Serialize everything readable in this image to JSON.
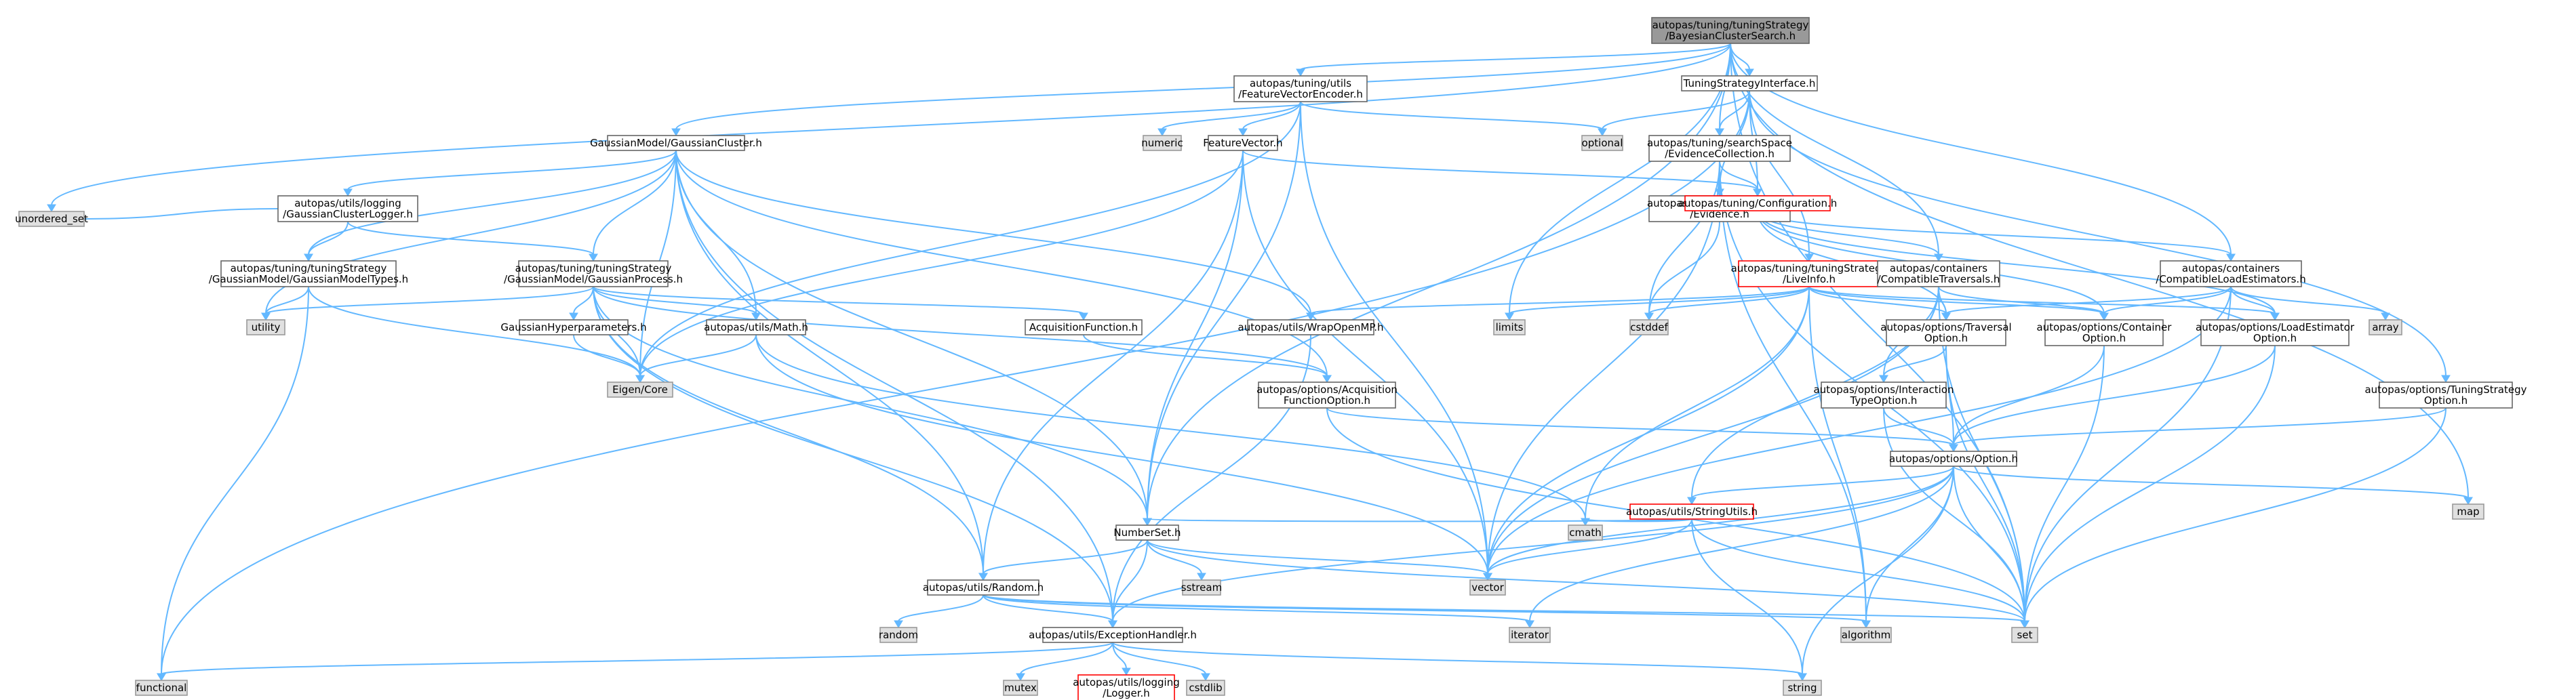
{
  "colors": {
    "edge": "#63b8ff",
    "node_fill": "#ffffff",
    "node_border": "#666666",
    "root_fill": "#999999",
    "root_border": "#666666",
    "system_fill": "#e0e0e0",
    "system_border": "#999999",
    "truncated_border": "#ff0000"
  },
  "nodes": [
    {
      "id": "root",
      "lines": [
        "autopas/tuning/tuningStrategy",
        "/BayesianClusterSearch.h"
      ],
      "kind": "root"
    },
    {
      "id": "fve",
      "lines": [
        "autopas/tuning/utils",
        "/FeatureVectorEncoder.h"
      ],
      "kind": "normal"
    },
    {
      "id": "tsi",
      "lines": [
        "TuningStrategyInterface.h"
      ],
      "kind": "normal"
    },
    {
      "id": "gc",
      "lines": [
        "GaussianModel/GaussianCluster.h"
      ],
      "kind": "normal"
    },
    {
      "id": "numeric",
      "lines": [
        "numeric"
      ],
      "kind": "system"
    },
    {
      "id": "optional",
      "lines": [
        "optional"
      ],
      "kind": "system"
    },
    {
      "id": "fv",
      "lines": [
        "FeatureVector.h"
      ],
      "kind": "normal"
    },
    {
      "id": "ec",
      "lines": [
        "autopas/tuning/searchSpace",
        "/EvidenceCollection.h"
      ],
      "kind": "normal"
    },
    {
      "id": "gcl",
      "lines": [
        "autopas/utils/logging",
        "/GaussianClusterLogger.h"
      ],
      "kind": "normal"
    },
    {
      "id": "uset",
      "lines": [
        "unordered_set"
      ],
      "kind": "system"
    },
    {
      "id": "ev",
      "lines": [
        "autopas/tuning/searchSpace",
        "/Evidence.h"
      ],
      "kind": "normal"
    },
    {
      "id": "conf",
      "lines": [
        "autopas/tuning/Configuration.h"
      ],
      "kind": "truncated"
    },
    {
      "id": "gmt",
      "lines": [
        "autopas/tuning/tuningStrategy",
        "/GaussianModel/GaussianModelTypes.h"
      ],
      "kind": "normal"
    },
    {
      "id": "gp",
      "lines": [
        "autopas/tuning/tuningStrategy",
        "/GaussianModel/GaussianProcess.h"
      ],
      "kind": "normal"
    },
    {
      "id": "li",
      "lines": [
        "autopas/tuning/tuningStrategy",
        "/LiveInfo.h"
      ],
      "kind": "truncated"
    },
    {
      "id": "cct",
      "lines": [
        "autopas/containers",
        "/CompatibleTraversals.h"
      ],
      "kind": "normal"
    },
    {
      "id": "ccle",
      "lines": [
        "autopas/containers",
        "/CompatibleLoadEstimators.h"
      ],
      "kind": "normal"
    },
    {
      "id": "utility",
      "lines": [
        "utility"
      ],
      "kind": "system"
    },
    {
      "id": "ghp",
      "lines": [
        "GaussianHyperparameters.h"
      ],
      "kind": "normal"
    },
    {
      "id": "math",
      "lines": [
        "autopas/utils/Math.h"
      ],
      "kind": "normal"
    },
    {
      "id": "af",
      "lines": [
        "AcquisitionFunction.h"
      ],
      "kind": "normal"
    },
    {
      "id": "wmp",
      "lines": [
        "autopas/utils/WrapOpenMP.h"
      ],
      "kind": "normal"
    },
    {
      "id": "limits",
      "lines": [
        "limits"
      ],
      "kind": "system"
    },
    {
      "id": "cstddef",
      "lines": [
        "cstddef"
      ],
      "kind": "system"
    },
    {
      "id": "to",
      "lines": [
        "autopas/options/Traversal",
        "Option.h"
      ],
      "kind": "normal"
    },
    {
      "id": "co",
      "lines": [
        "autopas/options/Container",
        "Option.h"
      ],
      "kind": "normal"
    },
    {
      "id": "leo",
      "lines": [
        "autopas/options/LoadEstimator",
        "Option.h"
      ],
      "kind": "normal"
    },
    {
      "id": "array",
      "lines": [
        "array"
      ],
      "kind": "system"
    },
    {
      "id": "eigen",
      "lines": [
        "Eigen/Core"
      ],
      "kind": "system"
    },
    {
      "id": "afo",
      "lines": [
        "autopas/options/Acquisition",
        "FunctionOption.h"
      ],
      "kind": "normal"
    },
    {
      "id": "ito",
      "lines": [
        "autopas/options/Interaction",
        "TypeOption.h"
      ],
      "kind": "normal"
    },
    {
      "id": "tso",
      "lines": [
        "autopas/options/TuningStrategy",
        "Option.h"
      ],
      "kind": "normal"
    },
    {
      "id": "opt",
      "lines": [
        "autopas/options/Option.h"
      ],
      "kind": "normal"
    },
    {
      "id": "su",
      "lines": [
        "autopas/utils/StringUtils.h"
      ],
      "kind": "truncated"
    },
    {
      "id": "map",
      "lines": [
        "map"
      ],
      "kind": "system"
    },
    {
      "id": "cmath",
      "lines": [
        "cmath"
      ],
      "kind": "system"
    },
    {
      "id": "ns",
      "lines": [
        "NumberSet.h"
      ],
      "kind": "normal"
    },
    {
      "id": "sstream",
      "lines": [
        "sstream"
      ],
      "kind": "system"
    },
    {
      "id": "vector",
      "lines": [
        "vector"
      ],
      "kind": "system"
    },
    {
      "id": "rnd",
      "lines": [
        "autopas/utils/Random.h"
      ],
      "kind": "normal"
    },
    {
      "id": "iterator",
      "lines": [
        "iterator"
      ],
      "kind": "system"
    },
    {
      "id": "algorithm",
      "lines": [
        "algorithm"
      ],
      "kind": "system"
    },
    {
      "id": "set",
      "lines": [
        "set"
      ],
      "kind": "system"
    },
    {
      "id": "random",
      "lines": [
        "random"
      ],
      "kind": "system"
    },
    {
      "id": "eh",
      "lines": [
        "autopas/utils/ExceptionHandler.h"
      ],
      "kind": "normal"
    },
    {
      "id": "functional",
      "lines": [
        "functional"
      ],
      "kind": "system"
    },
    {
      "id": "mutex",
      "lines": [
        "mutex"
      ],
      "kind": "system"
    },
    {
      "id": "logger",
      "lines": [
        "autopas/utils/logging",
        "/Logger.h"
      ],
      "kind": "truncated"
    },
    {
      "id": "cstdlib",
      "lines": [
        "cstdlib"
      ],
      "kind": "system"
    },
    {
      "id": "string",
      "lines": [
        "string"
      ],
      "kind": "system"
    }
  ],
  "edges": [
    [
      "root",
      "fve"
    ],
    [
      "root",
      "tsi"
    ],
    [
      "root",
      "gc"
    ],
    [
      "root",
      "uset"
    ],
    [
      "root",
      "ns"
    ],
    [
      "root",
      "limits"
    ],
    [
      "root",
      "ec"
    ],
    [
      "root",
      "cct"
    ],
    [
      "root",
      "ccle"
    ],
    [
      "root",
      "map"
    ],
    [
      "root",
      "set"
    ],
    [
      "fve",
      "fv"
    ],
    [
      "fve",
      "numeric"
    ],
    [
      "fve",
      "optional"
    ],
    [
      "fve",
      "ns"
    ],
    [
      "fve",
      "vector"
    ],
    [
      "fve",
      "eigen"
    ],
    [
      "tsi",
      "optional"
    ],
    [
      "tsi",
      "ec"
    ],
    [
      "tsi",
      "ev"
    ],
    [
      "tsi",
      "conf"
    ],
    [
      "tsi",
      "li"
    ],
    [
      "tsi",
      "tso"
    ],
    [
      "tsi",
      "functional"
    ],
    [
      "gc",
      "gcl"
    ],
    [
      "gc",
      "gmt"
    ],
    [
      "gc",
      "gp"
    ],
    [
      "gc",
      "math"
    ],
    [
      "gc",
      "wmp"
    ],
    [
      "gc",
      "afo"
    ],
    [
      "gc",
      "eigen"
    ],
    [
      "gc",
      "utility"
    ],
    [
      "gc",
      "ns"
    ],
    [
      "gc",
      "rnd"
    ],
    [
      "gc",
      "eh"
    ],
    [
      "fv",
      "conf"
    ],
    [
      "fv",
      "eigen"
    ],
    [
      "fv",
      "ns"
    ],
    [
      "fv",
      "rnd"
    ],
    [
      "fv",
      "vector"
    ],
    [
      "ec",
      "ev"
    ],
    [
      "ec",
      "conf"
    ],
    [
      "ec",
      "cstddef"
    ],
    [
      "ec",
      "vector"
    ],
    [
      "ec",
      "algorithm"
    ],
    [
      "ec",
      "set"
    ],
    [
      "gcl",
      "gmt"
    ],
    [
      "gcl",
      "gp"
    ],
    [
      "gcl",
      "uset"
    ],
    [
      "ev",
      "cstddef"
    ],
    [
      "conf",
      "cct"
    ],
    [
      "conf",
      "ccle"
    ],
    [
      "conf",
      "to"
    ],
    [
      "conf",
      "co"
    ],
    [
      "conf",
      "leo"
    ],
    [
      "gmt",
      "utility"
    ],
    [
      "gmt",
      "eigen"
    ],
    [
      "gmt",
      "functional"
    ],
    [
      "gp",
      "ghp"
    ],
    [
      "gp",
      "math"
    ],
    [
      "gp",
      "af"
    ],
    [
      "gp",
      "afo"
    ],
    [
      "gp",
      "utility"
    ],
    [
      "gp",
      "eigen"
    ],
    [
      "gp",
      "ns"
    ],
    [
      "gp",
      "rnd"
    ],
    [
      "gp",
      "eh"
    ],
    [
      "li",
      "wmp"
    ],
    [
      "li",
      "limits"
    ],
    [
      "li",
      "cstddef"
    ],
    [
      "li",
      "to"
    ],
    [
      "li",
      "co"
    ],
    [
      "li",
      "leo"
    ],
    [
      "li",
      "algorithm"
    ],
    [
      "li",
      "cmath"
    ],
    [
      "li",
      "vector"
    ],
    [
      "cct",
      "to"
    ],
    [
      "cct",
      "co"
    ],
    [
      "cct",
      "ito"
    ],
    [
      "cct",
      "su"
    ],
    [
      "cct",
      "set"
    ],
    [
      "cct",
      "vector"
    ],
    [
      "ccle",
      "to"
    ],
    [
      "ccle",
      "co"
    ],
    [
      "ccle",
      "leo"
    ],
    [
      "ccle",
      "array"
    ],
    [
      "ccle",
      "set"
    ],
    [
      "ccle",
      "vector"
    ],
    [
      "ghp",
      "eigen"
    ],
    [
      "math",
      "eigen"
    ],
    [
      "math",
      "cmath"
    ],
    [
      "math",
      "vector"
    ],
    [
      "af",
      "afo"
    ],
    [
      "wmp",
      "eh"
    ],
    [
      "to",
      "ito"
    ],
    [
      "to",
      "opt"
    ],
    [
      "to",
      "set"
    ],
    [
      "co",
      "opt"
    ],
    [
      "co",
      "set"
    ],
    [
      "leo",
      "opt"
    ],
    [
      "leo",
      "set"
    ],
    [
      "afo",
      "opt"
    ],
    [
      "afo",
      "set"
    ],
    [
      "ito",
      "opt"
    ],
    [
      "ito",
      "set"
    ],
    [
      "tso",
      "opt"
    ],
    [
      "tso",
      "set"
    ],
    [
      "opt",
      "su"
    ],
    [
      "opt",
      "map"
    ],
    [
      "opt",
      "set"
    ],
    [
      "opt",
      "vector"
    ],
    [
      "opt",
      "algorithm"
    ],
    [
      "opt",
      "iterator"
    ],
    [
      "opt",
      "string"
    ],
    [
      "opt",
      "eh"
    ],
    [
      "su",
      "ns"
    ],
    [
      "su",
      "cmath"
    ],
    [
      "su",
      "set"
    ],
    [
      "su",
      "string"
    ],
    [
      "su",
      "vector"
    ],
    [
      "ns",
      "sstream"
    ],
    [
      "ns",
      "vector"
    ],
    [
      "ns",
      "rnd"
    ],
    [
      "ns",
      "set"
    ],
    [
      "ns",
      "eh"
    ],
    [
      "rnd",
      "random"
    ],
    [
      "rnd",
      "set"
    ],
    [
      "rnd",
      "algorithm"
    ],
    [
      "rnd",
      "iterator"
    ],
    [
      "rnd",
      "eh"
    ],
    [
      "eh",
      "functional"
    ],
    [
      "eh",
      "mutex"
    ],
    [
      "eh",
      "logger"
    ],
    [
      "eh",
      "cstdlib"
    ],
    [
      "eh",
      "string"
    ]
  ]
}
